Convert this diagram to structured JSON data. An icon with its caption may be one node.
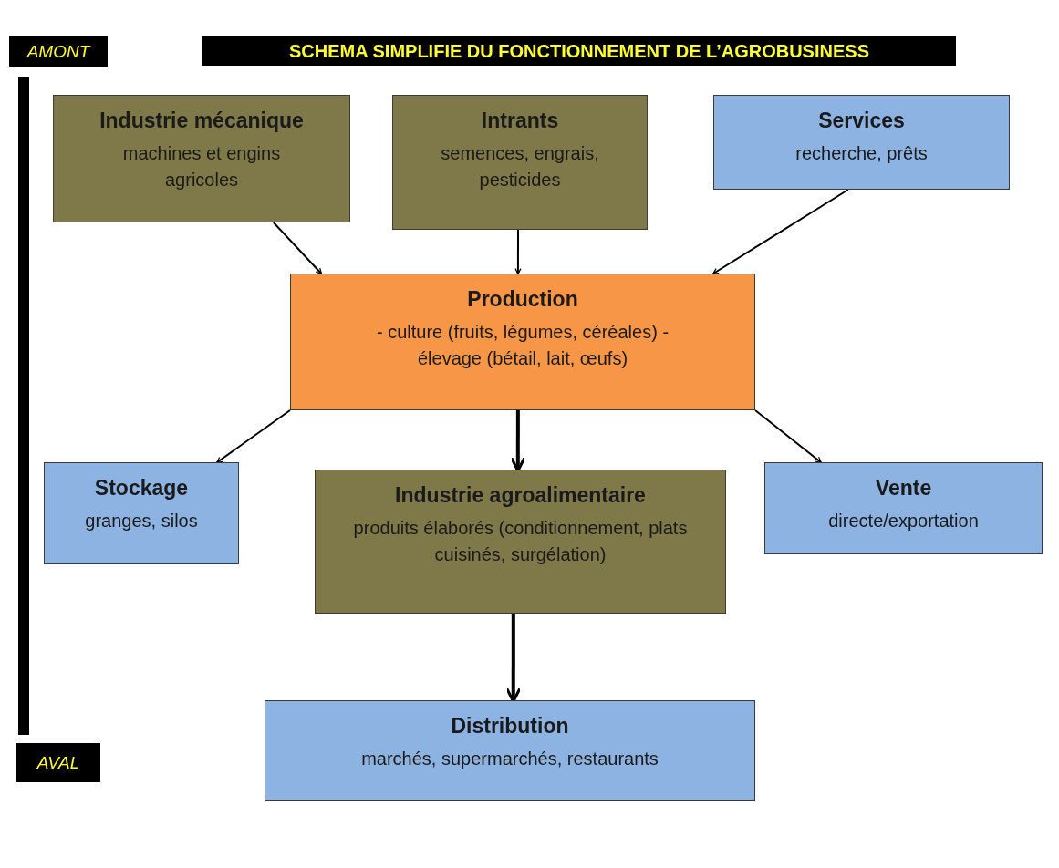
{
  "diagram": {
    "title": "SCHEMA SIMPLIFIE DU FONCTIONNEMENT DE L’AGROBUSINESS",
    "nodes": [
      {
        "text": [
          "Industrie mécanique",
          "machines et engins agricoles"
        ]
      },
      {
        "text": [
          "Intrants",
          "semences, engrais, pesticides"
        ]
      },
      {
        "text": [
          "Services",
          "recherche, prêts"
        ]
      },
      {
        "text": [
          "Production",
          "- culture (fruits, légumes, céréales) - élevage (bétail, lait, œufs)"
        ]
      },
      {
        "text": [
          "Stockage",
          "granges, silos"
        ]
      },
      {
        "text": [
          "Industrie agroalimentaire",
          "produits élaborés (conditionnement, plats cuisinés, surgélation)"
        ]
      },
      {
        "text": [
          "Vente",
          "directe/exportation"
        ]
      },
      {
        "text": [
          "Distribution",
          "marchés, supermarchés, restaurants"
        ]
      }
    ],
    "edges": [
      {
        "from": 0,
        "to": 3,
        "arrow": "to"
      },
      {
        "from": 1,
        "to": 3,
        "arrow": "to"
      },
      {
        "from": 2,
        "to": 3,
        "arrow": "to"
      },
      {
        "from": 3,
        "to": 4,
        "arrow": "to"
      },
      {
        "from": 3,
        "to": 5,
        "arrow": "to",
        "style": "thick"
      },
      {
        "from": 3,
        "to": 6,
        "arrow": "to"
      },
      {
        "from": 5,
        "to": 7,
        "arrow": "to",
        "style": "thick"
      }
    ],
    "labels": [
      "AMONT",
      "AVAL"
    ]
  }
}
